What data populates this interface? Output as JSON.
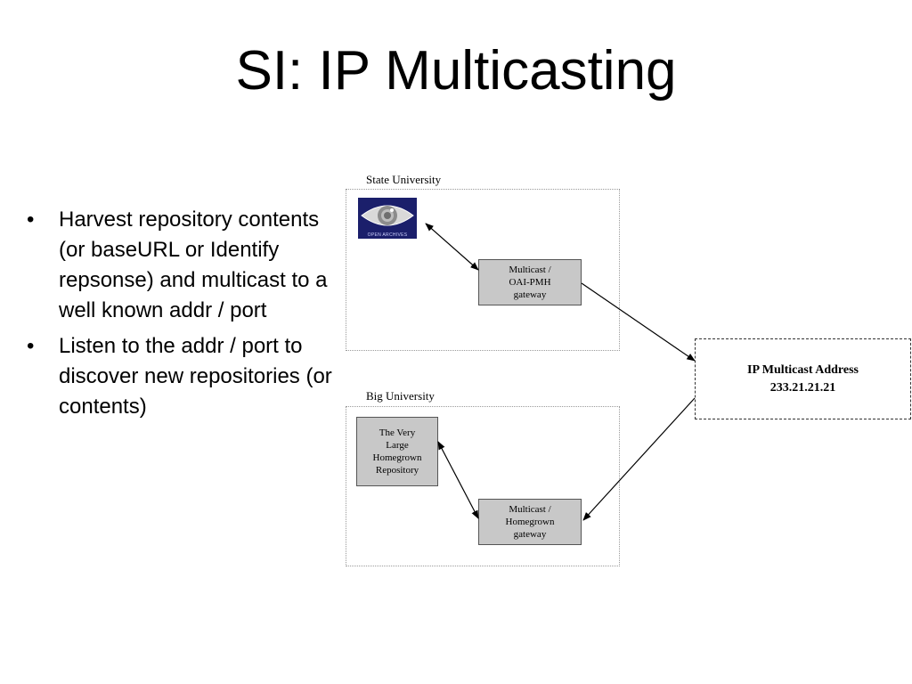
{
  "slide": {
    "title": "SI: IP Multicasting",
    "bullets": [
      "Harvest repository contents (or baseURL or Identify repsonse) and multicast to a well known addr / port",
      "Listen to the addr / port to discover new repositories (or contents)"
    ]
  },
  "diagram": {
    "groups": [
      {
        "label": "State University"
      },
      {
        "label": "Big University"
      }
    ],
    "logo": {
      "icon": "open-archives-logo-icon",
      "caption": "OPEN ARCHIVES"
    },
    "nodes": {
      "oai_gateway": [
        "Multicast /",
        "OAI-PMH",
        "gateway"
      ],
      "homegrown_repository": [
        "The Very",
        "Large",
        "Homegrown",
        "Repository"
      ],
      "homegrown_gateway": [
        "Multicast /",
        "Homegrown",
        "gateway"
      ]
    },
    "multicast": {
      "label": "IP Multicast Address",
      "address": "233.21.21.21"
    },
    "colors": {
      "node_fill": "#c8c8c8",
      "logo_background": "#1b1f6b"
    }
  }
}
